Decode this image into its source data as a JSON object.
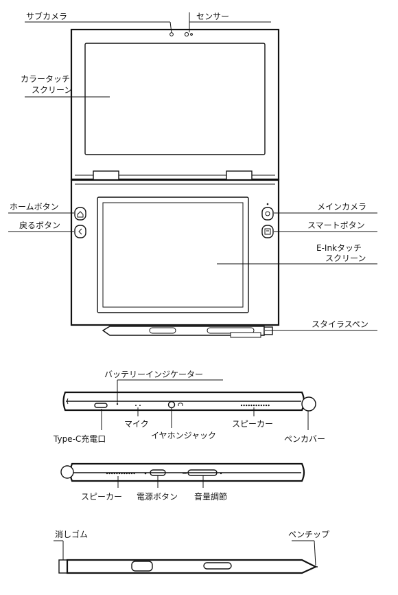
{
  "top_view": {
    "labels": {
      "sub_camera": "サブカメラ",
      "sensor": "センサー",
      "color_touch_line1": "カラータッチ",
      "color_touch_line2": "スクリーン",
      "home_button": "ホームボタン",
      "back_button": "戻るボタン",
      "main_camera": "メインカメラ",
      "smart_button": "スマートボタン",
      "eink_line1": "E-Inkタッチ",
      "eink_line2": "スクリーン",
      "stylus_pen": "スタイラスペン"
    }
  },
  "side_view_1": {
    "labels": {
      "battery_indicator": "バッテリーインジケーター",
      "type_c": "Type-C充電口",
      "mic": "マイク",
      "earphone_jack": "イヤホンジャック",
      "speaker": "スピーカー",
      "pen_cover": "ペンカバー"
    }
  },
  "side_view_2": {
    "labels": {
      "speaker": "スピーカー",
      "power_button": "電源ボタン",
      "volume": "音量調節"
    }
  },
  "pen_view": {
    "labels": {
      "eraser": "消しゴム",
      "pen_tip": "ペンチップ"
    }
  }
}
